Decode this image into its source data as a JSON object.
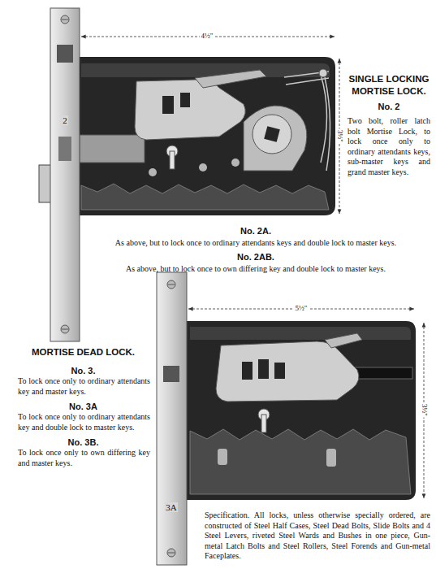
{
  "diagram": {
    "labels": [
      "4½\"",
      "3½\"",
      "2",
      "SINGLE LOCKING MORTISE LOCK.",
      "No. 2",
      "Two bolt, roller latch bolt Mortise Lock, to lock once only to ordinary attendants keys, sub-master keys and grand master keys.",
      "No. 2A.",
      "As above, but to lock once to ordinary attendants keys and double lock to master keys.",
      "No. 2AB.",
      "As above, but to lock once to own differing key and double lock to master keys.",
      "5½\"",
      "3½\"",
      "3A",
      "MORTISE DEAD LOCK.",
      "No. 3.",
      "To lock once only to ordinary attendants key and master keys.",
      "No. 3A",
      "To lock once only to ordinary attendants key and double lock to master keys.",
      "No. 3B.",
      "To lock once only to own differing key and master keys.",
      "Specification. All locks, unless otherwise specially ordered, are constructed of Steel Half Cases, Steel Dead Bolts, Slide Bolts and 4 Steel Levers, riveted Steel Wards and Bushes in one piece, Gun-metal Latch Bolts and Steel Rollers, Steel Forends and Gun-metal Faceplates."
    ]
  }
}
